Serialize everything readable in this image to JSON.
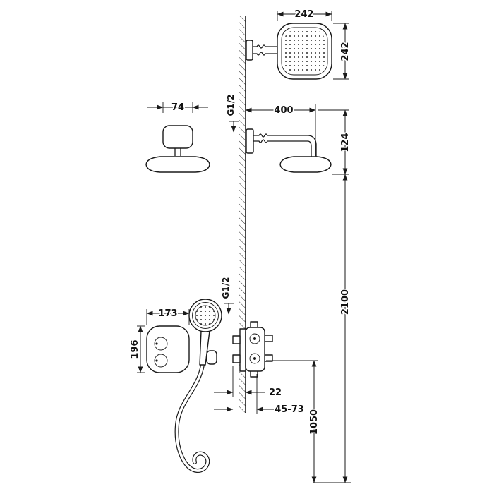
{
  "drawing": {
    "type": "shower-system-installation-diagram",
    "dims": {
      "head_width": "242",
      "head_depth": "242",
      "arm_plate_width": "74",
      "thread_top": "G1/2",
      "arm_length": "400",
      "head_drop": "124",
      "overall_height": "2100",
      "thread_hand": "G1/2",
      "trim_width": "173",
      "trim_height": "196",
      "protrusion": "22",
      "embed_depth": "45-73",
      "mixer_height": "1050"
    },
    "colors": {
      "line": "#1a1a1a",
      "background": "#ffffff"
    }
  }
}
